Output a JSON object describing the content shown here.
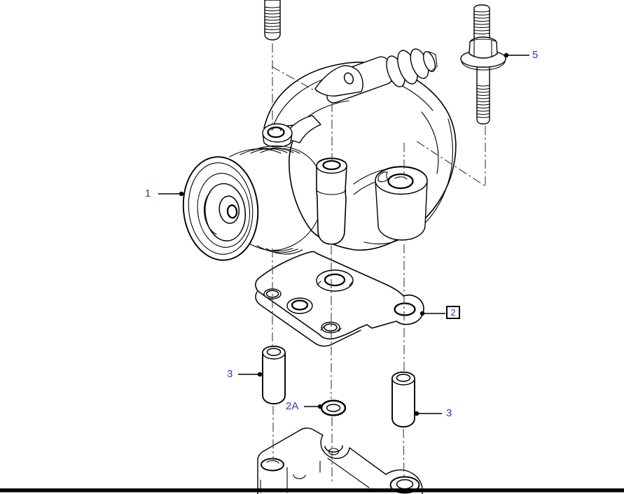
{
  "diagram": {
    "background_color": "#ffffff",
    "line_color": "#000000",
    "callout_color": "#3333cc",
    "bottom_bar_color": "#000000"
  },
  "callouts": [
    {
      "label": "1",
      "boxed": false
    },
    {
      "label": "2",
      "boxed": true
    },
    {
      "label": "2A",
      "boxed": false
    },
    {
      "label": "3",
      "boxed": false
    },
    {
      "label": "3",
      "boxed": false
    },
    {
      "label": "5",
      "boxed": false
    }
  ]
}
